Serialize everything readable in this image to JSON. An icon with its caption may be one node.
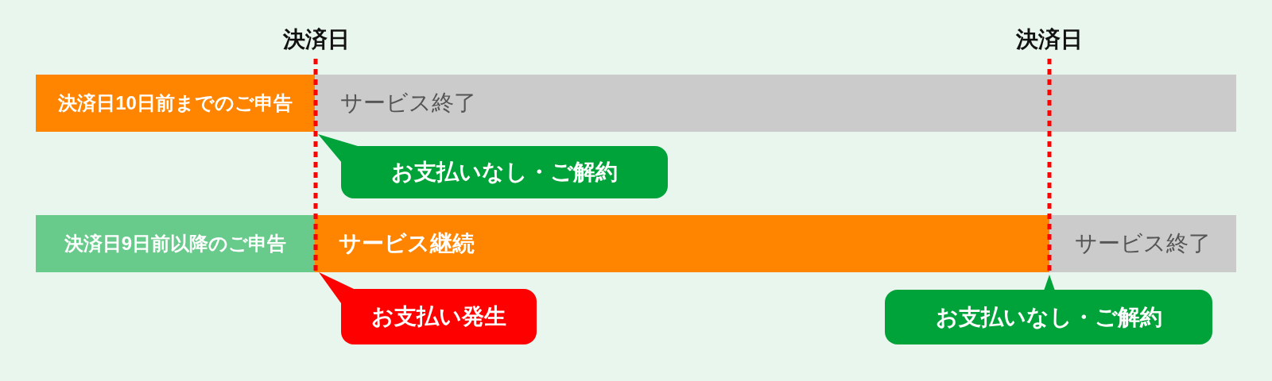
{
  "diagram": {
    "nodes": [
      {
        "text": [
          "決済日10日前までのご申告"
        ]
      },
      {
        "text": [
          "サービス終了"
        ]
      },
      {
        "text": [
          "お支払いなし・ご解約"
        ]
      },
      {
        "text": [
          "決済日9日前以降のご申告"
        ]
      },
      {
        "text": [
          "サービス継続"
        ]
      },
      {
        "text": [
          "サービス終了"
        ]
      },
      {
        "text": [
          "お支払い発生"
        ]
      },
      {
        "text": [
          "お支払いなし・ご解約"
        ]
      }
    ],
    "labels": [
      "決済日",
      "決済日"
    ]
  }
}
